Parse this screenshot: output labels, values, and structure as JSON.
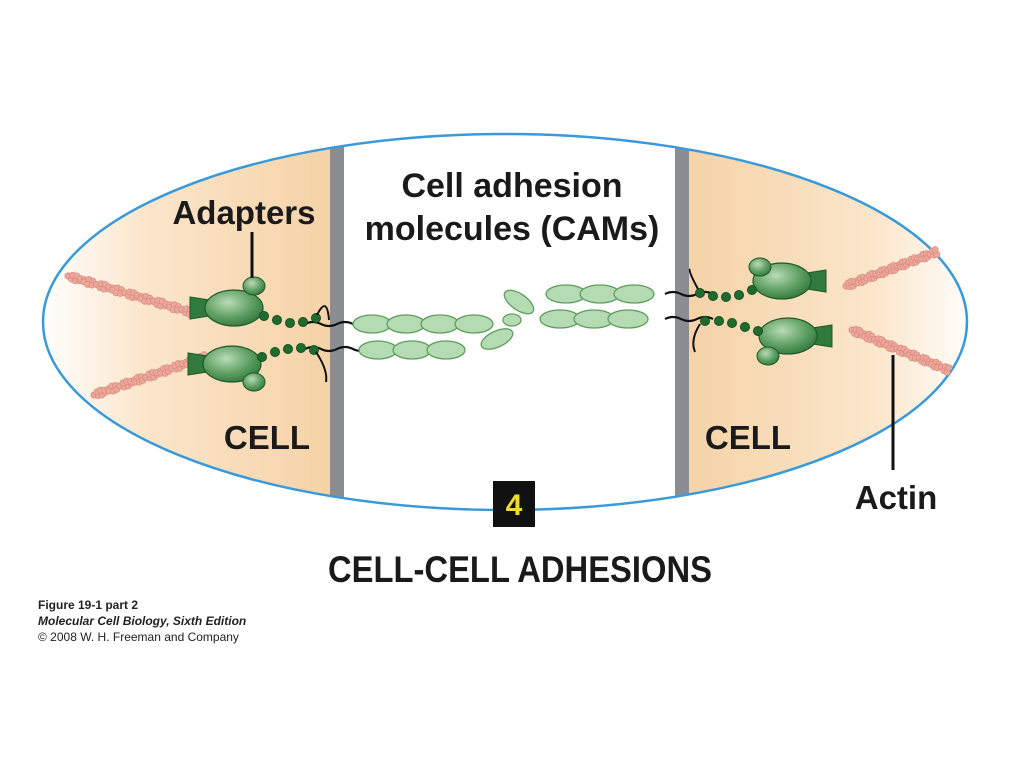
{
  "labels": {
    "adapters": "Adapters",
    "cams_line1": "Cell adhesion",
    "cams_line2": "molecules (CAMs)",
    "cell_left": "CELL",
    "cell_right": "CELL",
    "actin": "Actin",
    "panel_number": "4",
    "title": "CELL-CELL ADHESIONS"
  },
  "caption": {
    "figure": "Figure 19-1 part 2",
    "book": "Molecular Cell Biology, Sixth Edition",
    "copyright": "© 2008 W. H. Freeman and Company"
  },
  "colors": {
    "oval_outline": "#3a9ad9",
    "cell_interior": "#f7d8b0",
    "membrane": "#8a8d92",
    "cam_fill": "#b4dbb1",
    "cam_stroke": "#5f9e5e",
    "adapter_dark": "#2f7a3c",
    "bead": "#1f6b2e",
    "actin": "#eba79b",
    "badge_bg": "#111111",
    "badge_text": "#f2dc2a"
  }
}
